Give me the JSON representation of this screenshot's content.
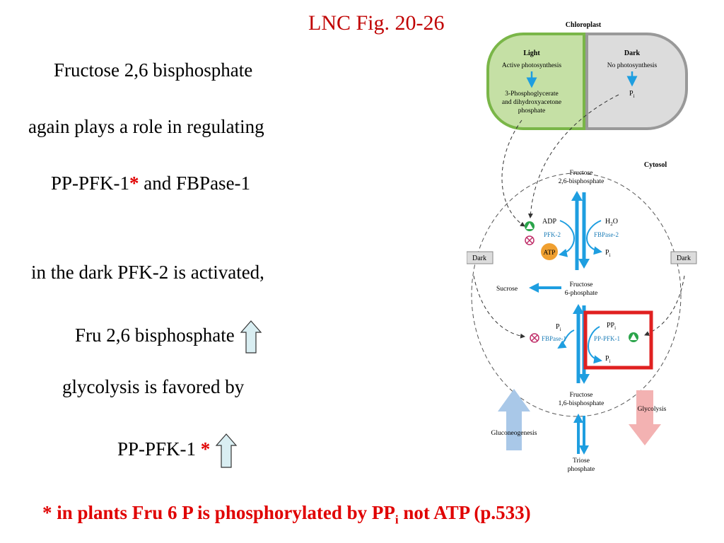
{
  "slide": {
    "title": "LNC Fig. 20-26",
    "lines": [
      "Fructose 2,6 bisphosphate",
      "again plays a role in regulating",
      "PP-PFK-1",
      "and  FBPase-1",
      "in the dark PFK-2 is activated,",
      "Fru 2,6 bisphosphate",
      "glycolysis is favored by",
      "PP-PFK-1 "
    ],
    "star": "*",
    "footer": {
      "prefix": "*  in plants Fru 6 P is phosphorylated by PP",
      "sub": "i",
      "suffix": "  not ATP (p.533)"
    }
  },
  "diagram": {
    "chloroplast": "Chloroplast",
    "light": "Light",
    "active": "Active photosynthesis",
    "pga": [
      "3-Phosphoglycerate",
      "and dihydroxyacetone",
      "phosphate"
    ],
    "dark": "Dark",
    "no_photo": "No photosynthesis",
    "pi_label": "P",
    "pi_sub": "i",
    "cytosol": "Cytosol",
    "f26bp": [
      "Fructose",
      "2,6-bisphosphate"
    ],
    "adp": "ADP",
    "h2o_h": "H",
    "h2o_2": "2",
    "h2o_o": "O",
    "pfk2": "PFK-2",
    "fbpase2": "FBPase-2",
    "atp": "ATP",
    "dark_box": "Dark",
    "sucrose": "Sucrose",
    "f6p": [
      "Fructose",
      "6-phosphate"
    ],
    "ppi": "PP",
    "fbpase1": "FBPase-1",
    "ppfk1": "PP-PFK-1",
    "f16bp": [
      "Fructose",
      "1,6-bisphosphate"
    ],
    "glycolysis": "Glycolysis",
    "gluconeogenesis": "Gluconeogenesis",
    "triose": [
      "Triose",
      "phosphate"
    ]
  },
  "colors": {
    "title_red": "#c00000",
    "star_red": "#e00000",
    "chloroplast_green": "#7ab648",
    "light_fill": "#c5e0a5",
    "dark_fill": "#dcdcdc",
    "flux_blue": "#1e9ee0",
    "gluconeogenesis_blue": "#a9c8e8",
    "glycolysis_pink": "#f3b2b2",
    "highlight_red": "#e02020",
    "atp_orange": "#f0a030",
    "activator_green": "#2aa44a",
    "inhibitor_magenta": "#c0306a",
    "uparrow_fill": "#d9eef2"
  },
  "icons": [
    "up-arrow-icon",
    "activator-icon",
    "inhibitor-icon"
  ]
}
